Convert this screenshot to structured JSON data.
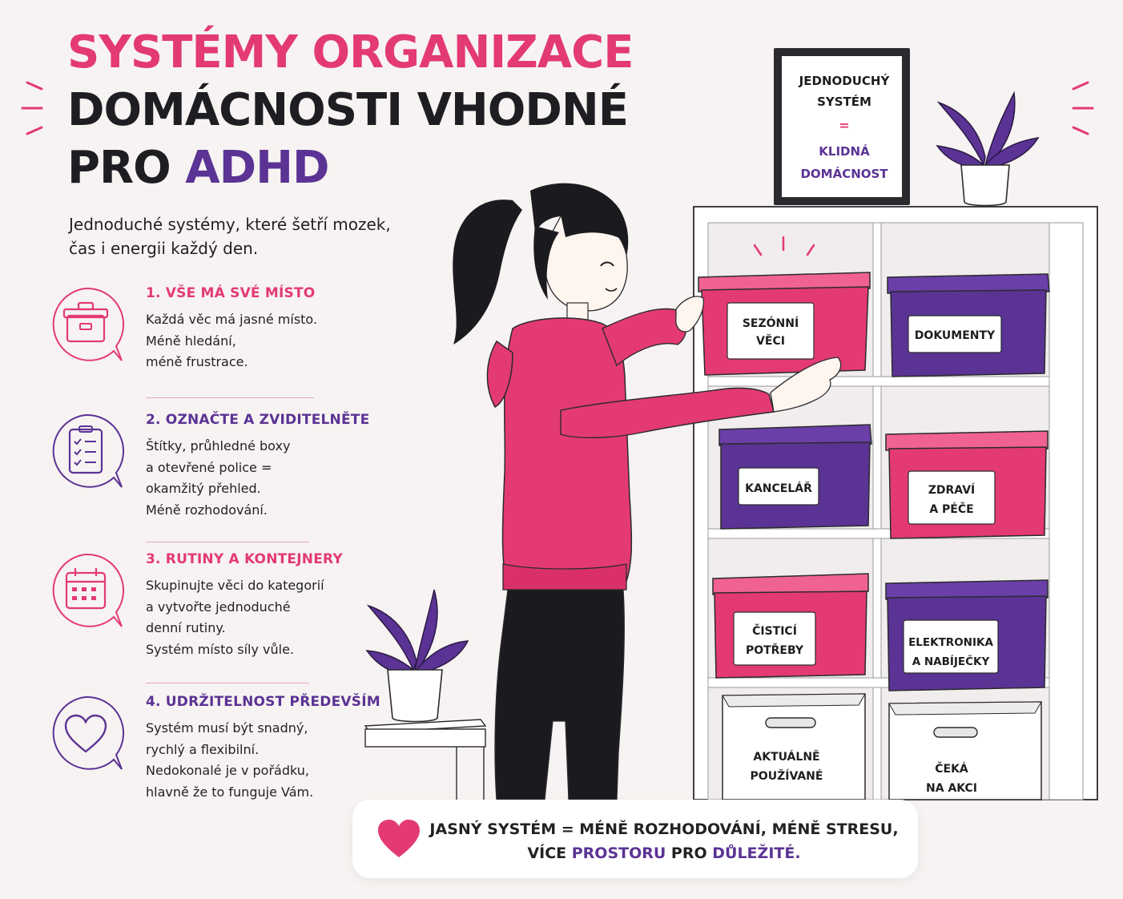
{
  "title": {
    "line1": "SYSTÉMY ORGANIZACE",
    "line2": "DOMÁCNOSTI VHODNÉ",
    "line3_prefix": "PRO ",
    "line3_highlight": "ADHD"
  },
  "subtitle": {
    "line1": "Jednoduché systémy, které šetří mozek,",
    "line2": "čas i energii každý den."
  },
  "steps": [
    {
      "heading": "1. VŠE MÁ SVÉ MÍSTO",
      "icon": "storage-box-icon",
      "lines": [
        "Každá věc má jasné místo.",
        "Méně hledání,",
        "méně frustrace."
      ]
    },
    {
      "heading": "2. OZNAČTE A ZVIDITELNĚTE",
      "icon": "checklist-icon",
      "lines": [
        "Štítky, průhledné boxy",
        "a otevřené police =",
        "okamžitý přehled.",
        "Méně rozhodování."
      ]
    },
    {
      "heading": "3. RUTINY A KONTEJNERY",
      "icon": "calendar-icon",
      "lines": [
        "Skupinujte věci do kategorií",
        "a vytvořte jednoduché",
        "denní rutiny.",
        "Systém místo síly vůle."
      ]
    },
    {
      "heading": "4. UDRŽITELNOST PŘEDEVŠÍM",
      "icon": "heart-icon",
      "lines": [
        "Systém musí být snadný,",
        "rychlý a flexibilní.",
        "Nedokonalé je v pořádku,",
        "hlavně že to funguje Vám."
      ]
    }
  ],
  "frame": {
    "line1": "JEDNODUCHÝ",
    "line2": "SYSTÉM",
    "equals": "=",
    "line3": "KLIDNÁ",
    "line4": "DOMÁCNOST"
  },
  "boxes": {
    "b1": [
      "SEZÓNNÍ",
      "VĚCI"
    ],
    "b2": [
      "DOKUMENTY"
    ],
    "b3": [
      "KANCELÁŘ"
    ],
    "b4": [
      "ZDRAVÍ",
      "A PÉČE"
    ],
    "b5": [
      "ČISTICÍ",
      "POTŘEBY"
    ],
    "b6": [
      "ELEKTRONIKA",
      "A NABÍJEČKY"
    ],
    "b7": [
      "AKTUÁLNĚ",
      "POUŽÍVANÉ"
    ],
    "b8": [
      "ČEKÁ",
      "NA AKCI"
    ]
  },
  "banner": {
    "line1": "JASNÝ SYSTÉM = MÉNĚ ROZHODOVÁNÍ, MÉNĚ STRESU,",
    "line2_a": "VÍCE ",
    "line2_b": "PROSTORU",
    "line2_c": " PRO ",
    "line2_d": "DŮLEŽITÉ."
  },
  "colors": {
    "pink": "#e33a73",
    "purple": "#5b3394",
    "dark": "#1e1e22",
    "background": "#f7f3f2"
  }
}
